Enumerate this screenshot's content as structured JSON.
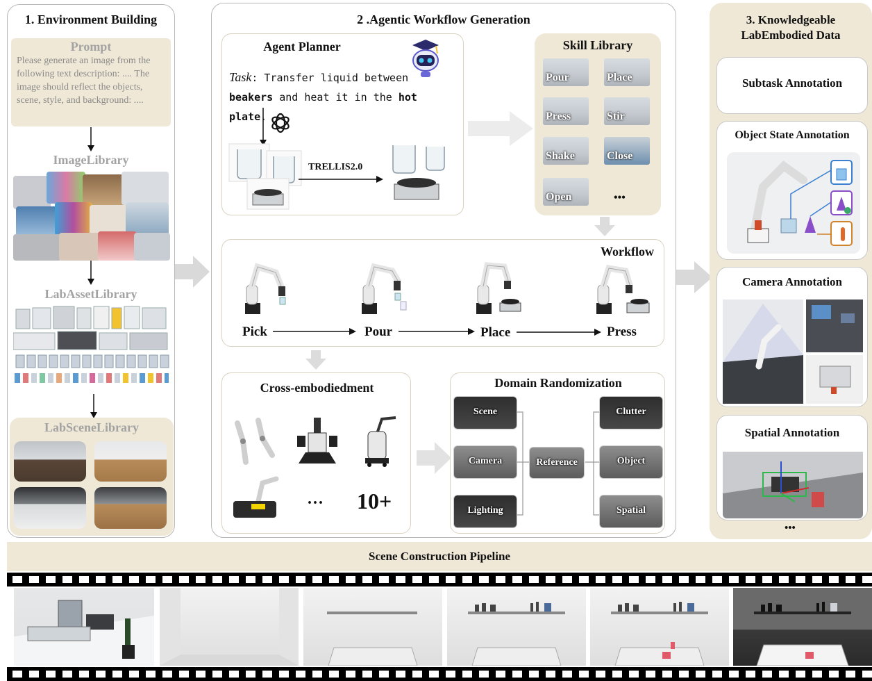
{
  "section1": {
    "title": "1. Environment Building",
    "prompt_title": "Prompt",
    "prompt_text": "Please generate an image from the following text description: .... The image should reflect the objects, scene, style, and background: ....",
    "image_library": "ImageLibrary",
    "asset_library": "LabAssetLibrary",
    "scene_library": "LabSceneLibrary"
  },
  "section2": {
    "title": "2 .Agentic Workflow Generation",
    "planner": {
      "title": "Agent Planner",
      "task_label": "Task",
      "task_text_1": ": Transfer liquid between",
      "task_bold_1": "beakers",
      "task_text_2": " and heat it in the ",
      "task_bold_2": "hot plate",
      "task_text_3": ".",
      "trellis": "TRELLIS2.0"
    },
    "skills": {
      "title": "Skill Library",
      "items": [
        "Pour",
        "Place",
        "Press",
        "Stir",
        "Shake",
        "Close",
        "Open"
      ],
      "more": "•••"
    },
    "workflow": {
      "title": "Workflow",
      "steps": [
        "Pick",
        "Pour",
        "Place",
        "Press"
      ]
    },
    "cross": {
      "title": "Cross-embodiedment",
      "ellipsis": "···",
      "count": "10+"
    },
    "domain": {
      "title": "Domain Randomization",
      "left": [
        "Scene",
        "Camera",
        "Lighting"
      ],
      "center": "Reference",
      "right": [
        "Clutter",
        "Object",
        "Spatial"
      ]
    }
  },
  "section3": {
    "title_1": "3. Knowledgeable",
    "title_2": "LabEmbodied Data",
    "items": [
      "Subtask Annotation",
      "Object State Annotation",
      "Camera Annotation",
      "Spatial Annotation"
    ],
    "more": "•••"
  },
  "pipeline": {
    "title": "Scene Construction Pipeline"
  },
  "colors": {
    "beige": "#efe8d6",
    "panel_border": "#b9b9b9",
    "grey_heading": "#a3a3a3",
    "arrow_grey": "#d9d9d9"
  }
}
